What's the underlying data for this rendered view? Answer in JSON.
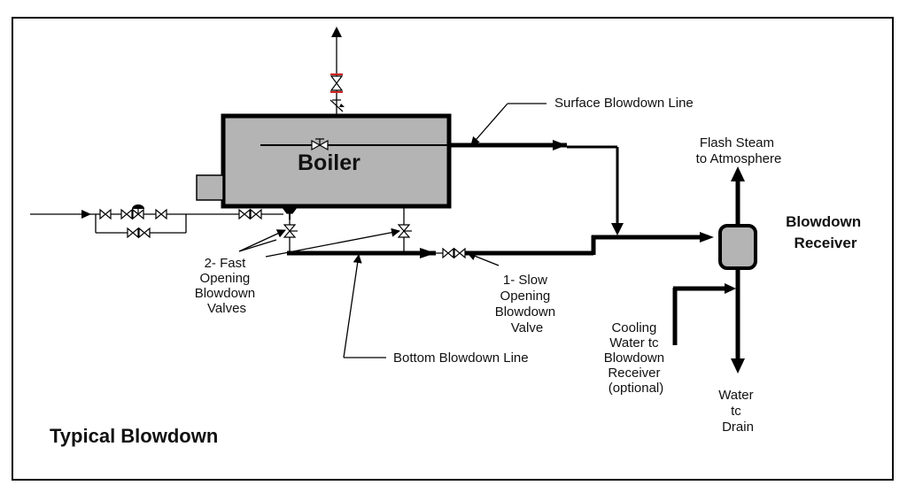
{
  "title": "Typical Blowdown",
  "boiler_label": "Boiler",
  "labels": {
    "surface_blowdown_line": "Surface Blowdown Line",
    "flash_steam": [
      "Flash Steam",
      "to Atmosphere"
    ],
    "blowdown_receiver": [
      "Blowdown",
      "Receiver"
    ],
    "fast_valves": [
      "2- Fast",
      "Opening",
      "Blowdown",
      "Valves"
    ],
    "slow_valve": [
      "1- Slow",
      "Opening",
      "Blowdown",
      "Valve"
    ],
    "bottom_blowdown_line": "Bottom Blowdown Line",
    "cooling_water": [
      "Cooling",
      "Water tc",
      "Blowdown",
      "Receiver",
      "(optional)"
    ],
    "water_drain": [
      "Water",
      "tc",
      "Drain"
    ]
  },
  "colors": {
    "boiler_fill": "#b4b4b4",
    "receiver_fill": "#b4b4b4",
    "line": "#000000",
    "relief_valve_accent": "#d42020"
  }
}
